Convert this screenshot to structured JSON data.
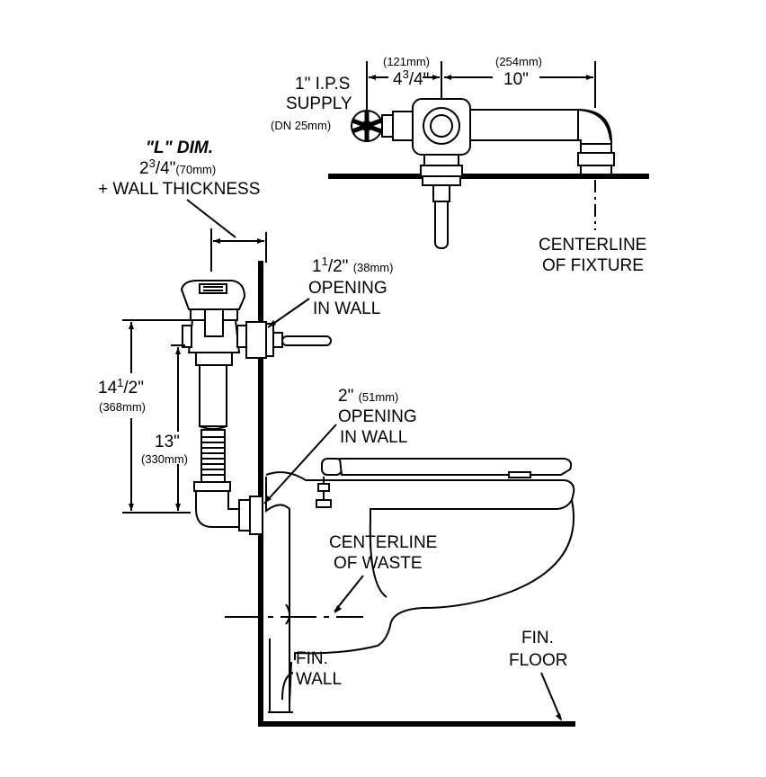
{
  "labels": {
    "supply_l1": "1\" I.P.S",
    "supply_l2": "SUPPLY",
    "supply_l3": "(DN 25mm)",
    "dim_121mm": "(121mm)",
    "dim_4_main": "4",
    "dim_4_sup": "3",
    "dim_4_den": "/4\"",
    "dim_254mm": "(254mm)",
    "dim_10": "10\"",
    "ldim_title": "\"L\" DIM.",
    "ldim_main": "2",
    "ldim_sup": "3",
    "ldim_den": "/4\"",
    "ldim_mm": "(70mm)",
    "ldim_wall": "+ WALL THICKNESS",
    "open1_main": "1",
    "open1_sup": "1",
    "open1_den": "/2\"",
    "open1_mm": "(38mm)",
    "open1_l2": "OPENING",
    "open1_l3": "IN  WALL",
    "dim14_main": "14",
    "dim14_sup": "1",
    "dim14_den": "/2\"",
    "dim14_mm": "(368mm)",
    "dim13_main": "13\"",
    "dim13_mm": "(330mm)",
    "open2_main": "2\"",
    "open2_mm": "(51mm)",
    "open2_l2": "OPENING",
    "open2_l3": "IN  WALL",
    "cl_fixture_l1": "CENTERLINE",
    "cl_fixture_l2": "OF FIXTURE",
    "cl_waste_l1": "CENTERLINE",
    "cl_waste_l2": "OF WASTE",
    "fin_wall_l1": "FIN.",
    "fin_wall_l2": "WALL",
    "fin_floor_l1": "FIN.",
    "fin_floor_l2": "FLOOR"
  }
}
